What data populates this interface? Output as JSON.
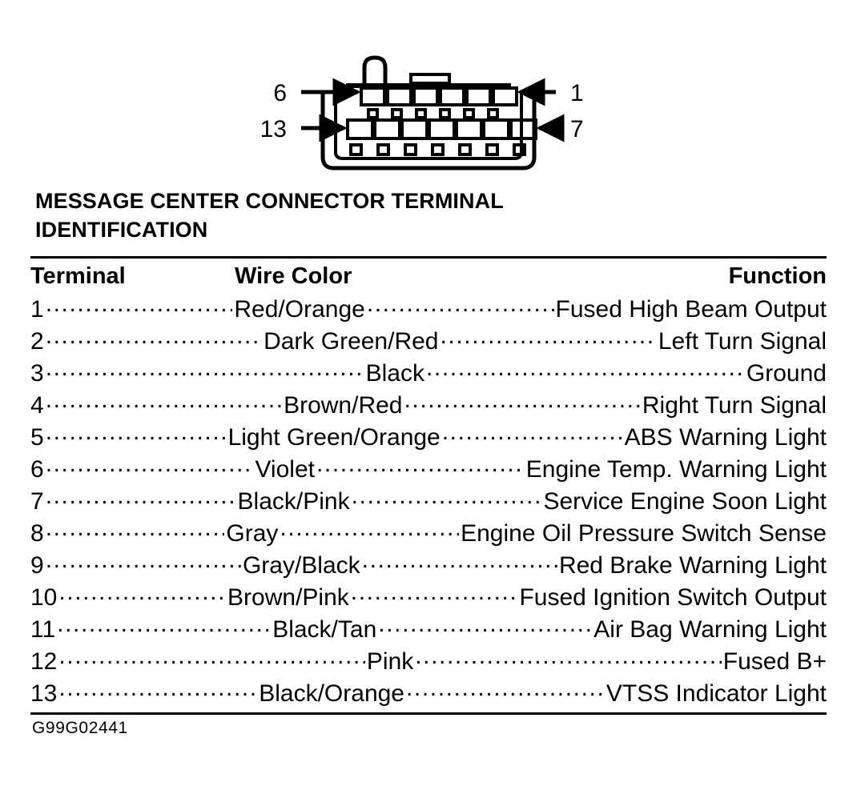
{
  "figure": {
    "title_lines": [
      "MESSAGE CENTER CONNECTOR TERMINAL",
      "IDENTIFICATION"
    ],
    "code": "G99G02441",
    "connector": {
      "callouts": [
        {
          "label": "6",
          "position": "top-left"
        },
        {
          "label": "1",
          "position": "top-right"
        },
        {
          "label": "13",
          "position": "bottom-left"
        },
        {
          "label": "7",
          "position": "bottom-right"
        }
      ],
      "top_row_cavities": 6,
      "bottom_row_cavities": 7,
      "total_terminals": 13
    }
  },
  "table": {
    "headers": {
      "terminal": "Terminal",
      "wire_color": "Wire Color",
      "function": "Function"
    },
    "rows": [
      {
        "terminal": "1",
        "wire_color": "Red/Orange",
        "function": "Fused High Beam Output"
      },
      {
        "terminal": "2",
        "wire_color": "Dark Green/Red",
        "function": "Left Turn Signal"
      },
      {
        "terminal": "3",
        "wire_color": "Black",
        "function": "Ground"
      },
      {
        "terminal": "4",
        "wire_color": "Brown/Red",
        "function": "Right Turn Signal"
      },
      {
        "terminal": "5",
        "wire_color": "Light Green/Orange",
        "function": "ABS Warning Light"
      },
      {
        "terminal": "6",
        "wire_color": "Violet",
        "function": "Engine Temp. Warning Light"
      },
      {
        "terminal": "7",
        "wire_color": "Black/Pink",
        "function": "Service Engine Soon Light"
      },
      {
        "terminal": "8",
        "wire_color": "Gray",
        "function": "Engine Oil Pressure Switch Sense"
      },
      {
        "terminal": "9",
        "wire_color": "Gray/Black",
        "function": "Red Brake Warning Light"
      },
      {
        "terminal": "10",
        "wire_color": "Brown/Pink",
        "function": "Fused Ignition Switch Output"
      },
      {
        "terminal": "11",
        "wire_color": "Black/Tan",
        "function": "Air Bag Warning Light"
      },
      {
        "terminal": "12",
        "wire_color": "Pink",
        "function": "Fused B+"
      },
      {
        "terminal": "13",
        "wire_color": "Black/Orange",
        "function": "VTSS Indicator Light"
      }
    ]
  },
  "colors": {
    "ink": "#000000",
    "page": "#ffffff"
  }
}
